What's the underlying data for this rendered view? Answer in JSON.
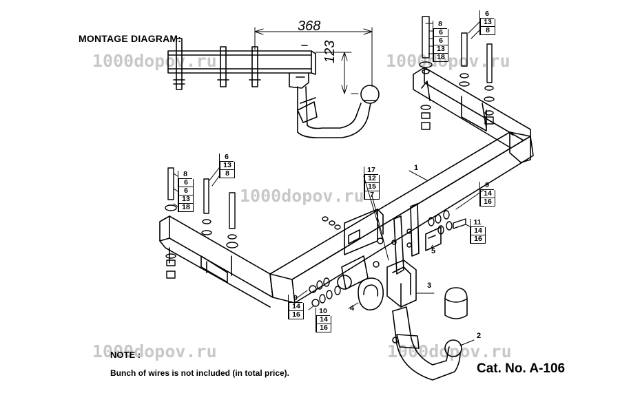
{
  "diagram": {
    "title": "MONTAGE DIAGRAM:",
    "watermark": "1000dopov.ru",
    "dimensions": {
      "horizontal": "368",
      "vertical": "123"
    },
    "callouts": {
      "p1": "1",
      "p2": "2",
      "p3": "3",
      "p4": "4",
      "p5": "5"
    },
    "stacks": {
      "top_left": [
        "8",
        "6",
        "6",
        "13",
        "18"
      ],
      "top_right": [
        "6",
        "13",
        "8"
      ],
      "left_a": [
        "8",
        "6",
        "6",
        "13",
        "18"
      ],
      "left_b": [
        "6",
        "13",
        "8"
      ],
      "center": [
        "17",
        "12",
        "15",
        "7"
      ],
      "right_a": [
        "9",
        "14",
        "16"
      ],
      "right_b": [
        "11",
        "14",
        "16"
      ],
      "bottom_a": [
        "9",
        "14",
        "16"
      ],
      "bottom_b": [
        "10",
        "14",
        "16"
      ]
    },
    "note_heading": "NOTE :",
    "note_text": "Bunch of wires is not included (in total price).",
    "catalog_number": "Cat. No. A-106"
  },
  "colors": {
    "line": "#000000",
    "watermark": "#c8c8c8",
    "background": "#ffffff"
  }
}
